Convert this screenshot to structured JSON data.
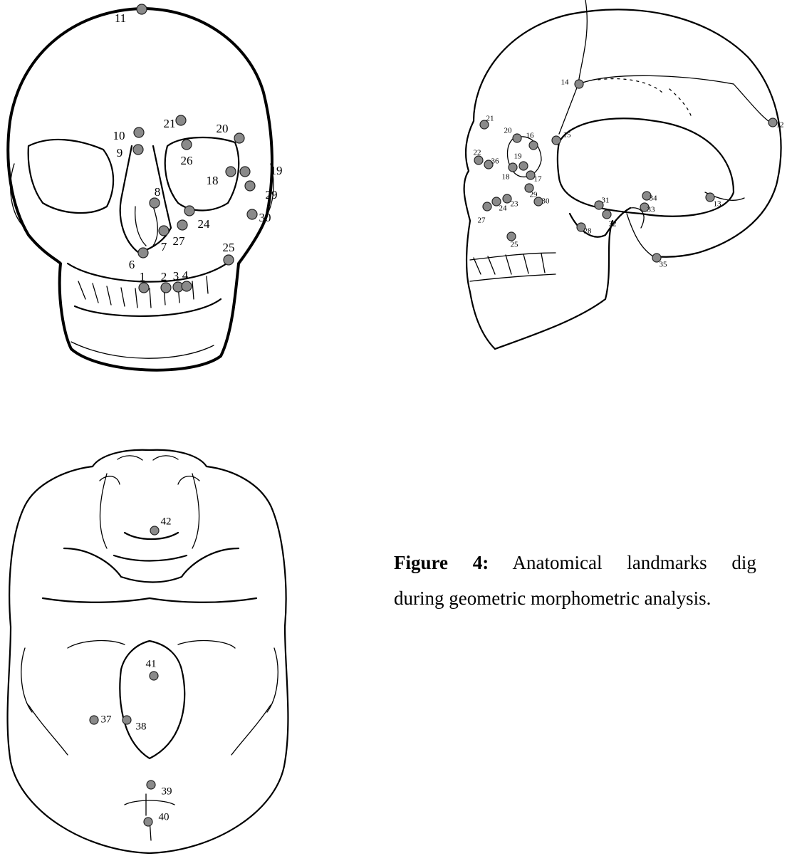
{
  "figure": {
    "caption_label": "Figure 4:",
    "caption_line1": "Anatomical landmarks dig",
    "caption_line2": "during geometric morphometric analysis."
  },
  "views": {
    "frontal": {
      "landmarks": [
        {
          "id": "1"
        },
        {
          "id": "2"
        },
        {
          "id": "3"
        },
        {
          "id": "4"
        },
        {
          "id": "6"
        },
        {
          "id": "7"
        },
        {
          "id": "8"
        },
        {
          "id": "9"
        },
        {
          "id": "10"
        },
        {
          "id": "11"
        },
        {
          "id": "18"
        },
        {
          "id": "19"
        },
        {
          "id": "20"
        },
        {
          "id": "21"
        },
        {
          "id": "24"
        },
        {
          "id": "25"
        },
        {
          "id": "26"
        },
        {
          "id": "27"
        },
        {
          "id": "29"
        },
        {
          "id": "30"
        }
      ]
    },
    "lateral": {
      "landmarks": [
        {
          "id": "12"
        },
        {
          "id": "13"
        },
        {
          "id": "14"
        },
        {
          "id": "15"
        },
        {
          "id": "16"
        },
        {
          "id": "17"
        },
        {
          "id": "18"
        },
        {
          "id": "19"
        },
        {
          "id": "20"
        },
        {
          "id": "21"
        },
        {
          "id": "22"
        },
        {
          "id": "23"
        },
        {
          "id": "24"
        },
        {
          "id": "25"
        },
        {
          "id": "27"
        },
        {
          "id": "28"
        },
        {
          "id": "29"
        },
        {
          "id": "30"
        },
        {
          "id": "31"
        },
        {
          "id": "32"
        },
        {
          "id": "33"
        },
        {
          "id": "34"
        },
        {
          "id": "35"
        },
        {
          "id": "36"
        }
      ]
    },
    "basal": {
      "landmarks": [
        {
          "id": "37"
        },
        {
          "id": "38"
        },
        {
          "id": "39"
        },
        {
          "id": "40"
        },
        {
          "id": "41"
        },
        {
          "id": "42"
        }
      ]
    }
  }
}
